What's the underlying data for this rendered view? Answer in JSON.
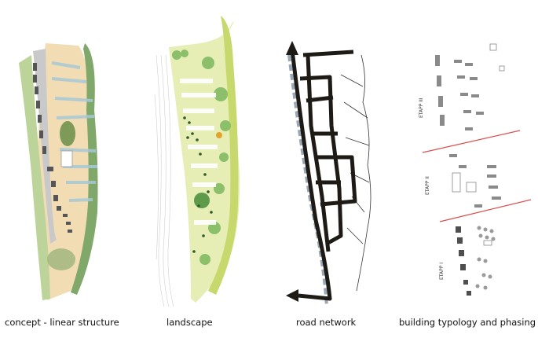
{
  "panels": [
    {
      "id": "concept",
      "caption": "concept - linear structure"
    },
    {
      "id": "landscape",
      "caption": "landscape"
    },
    {
      "id": "roads",
      "caption": "road network"
    },
    {
      "id": "phasing",
      "caption": "building typology and phasing",
      "phase_labels": [
        "ETAPP III",
        "ETAPP II",
        "ETAPP I"
      ]
    }
  ],
  "colors": {
    "sand": "#f1dcb4",
    "green": "#7fa86a",
    "light_green": "#bcd49a",
    "road_dark": "#1e1a16",
    "phase_line": "#d95050",
    "building_grey": "#6b6b6b"
  }
}
